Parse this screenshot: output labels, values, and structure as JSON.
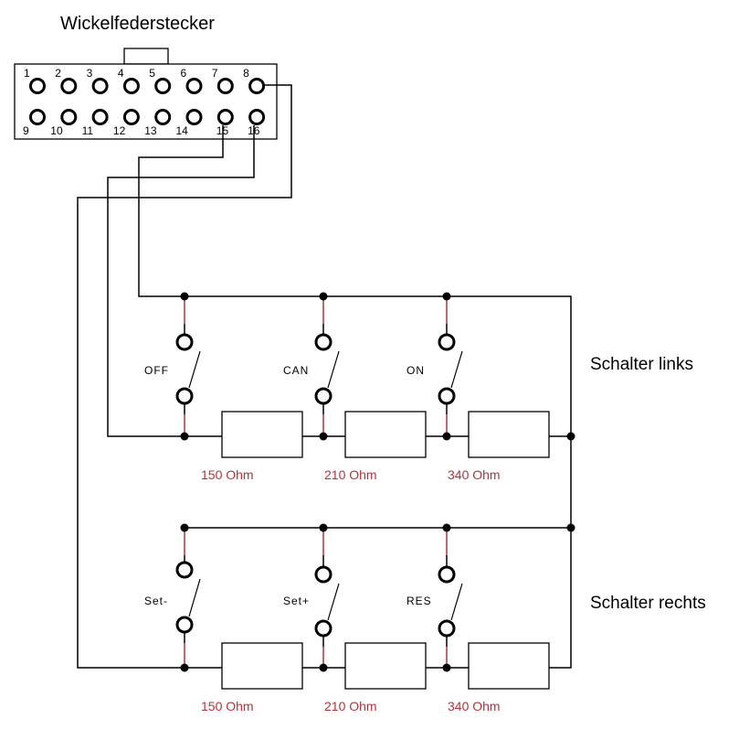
{
  "connector": {
    "title": "Wickelfederstecker",
    "pins_top": [
      "1",
      "2",
      "3",
      "4",
      "5",
      "6",
      "7",
      "8"
    ],
    "pins_bottom": [
      "9",
      "10",
      "11",
      "12",
      "13",
      "14",
      "15",
      "16"
    ]
  },
  "groups": [
    {
      "label": "Schalter links",
      "switches": [
        "OFF",
        "CAN",
        "ON"
      ],
      "resistors": [
        "150 Ohm",
        "210 Ohm",
        "340 Ohm"
      ]
    },
    {
      "label": "Schalter rechts",
      "switches": [
        "Set-",
        "Set+",
        "RES"
      ],
      "resistors": [
        "150 Ohm",
        "210 Ohm",
        "340 Ohm"
      ]
    }
  ],
  "colors": {
    "wire": "#000000",
    "switch_lead": "#b0353a",
    "resistor_label": "#b0353a"
  }
}
